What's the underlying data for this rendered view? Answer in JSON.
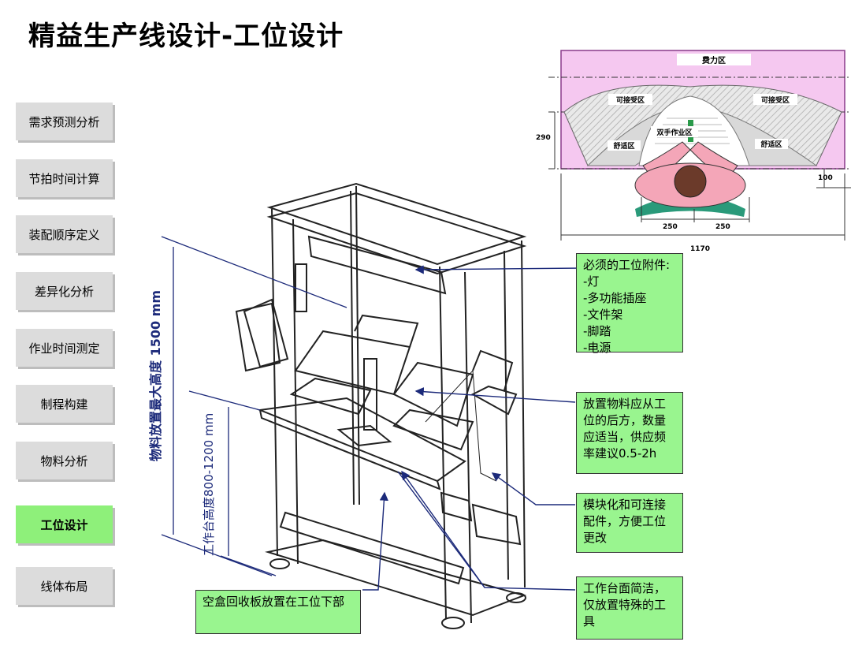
{
  "title": "精益生产线设计-工位设计",
  "nav": {
    "items": [
      {
        "label": "需求预测分析",
        "active": false
      },
      {
        "label": "节拍时间计算",
        "active": false
      },
      {
        "label": "装配顺序定义",
        "active": false
      },
      {
        "label": "差异化分析",
        "active": false
      },
      {
        "label": "作业时间测定",
        "active": false
      },
      {
        "label": "制程构建",
        "active": false
      },
      {
        "label": "物料分析",
        "active": false
      },
      {
        "label": "工位设计",
        "active": true
      },
      {
        "label": "线体布局",
        "active": false
      }
    ]
  },
  "dimensions": {
    "height_max": "物料放置最大高度 1500 mm",
    "height_table": "工作台高度800-1200 mm"
  },
  "top_diagram": {
    "zone_effort": "费力区",
    "zone_accept_left": "可接受区",
    "zone_accept_right": "可接受区",
    "zone_two_hand": "双手作业区",
    "zone_comfort_left": "舒适区",
    "zone_comfort_right": "舒适区",
    "dim_290": "290",
    "dim_100": "100",
    "dim_250_left": "250",
    "dim_250_right": "250",
    "dim_1170": "1170"
  },
  "callouts": {
    "attachments": [
      "必须的工位附件:",
      "-灯",
      "-多功能插座",
      "-文件架",
      "-脚踏",
      "-电源"
    ],
    "materials": "放置物料应从工位的后方，数量应适当，供应频率建议0.5-2h",
    "modular": "模块化和可连接配件，方便工位更改",
    "surface": "工作台面简洁，仅放置特殊的工具",
    "empty_box": "空盒回收板放置在工位下部"
  },
  "colors": {
    "callout_bg": "#99f58f",
    "nav_bg": "#dcdcdc",
    "nav_active": "#8ef07a",
    "diagram_pink": "#f5c8f0",
    "dim_blue": "#1c2a7a"
  }
}
